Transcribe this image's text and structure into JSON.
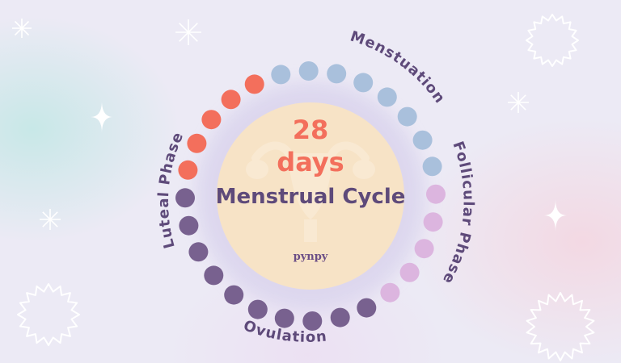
{
  "cycle": {
    "length_number": "28",
    "length_unit": "days",
    "subtitle": "Menstrual Cycle",
    "brand": "pynpy",
    "total_days": 28
  },
  "phases": [
    {
      "name": "Menstuation",
      "days": 5,
      "color": "#f36f5c"
    },
    {
      "name": "Follicular Phase",
      "days": 8,
      "color": "#a9c0dc"
    },
    {
      "name": "Ovulation",
      "days": 5,
      "color": "#dcb5df"
    },
    {
      "name": "Luteal Phase",
      "days": 10,
      "color": "#78618f"
    }
  ],
  "colors": {
    "accent": "#f36f5c",
    "text_dark": "#5e4a7a",
    "center_fill": "#f7e3c6",
    "sparkle": "#ffffff"
  },
  "decorations": [
    "sparkle-icon",
    "starburst-icon"
  ]
}
